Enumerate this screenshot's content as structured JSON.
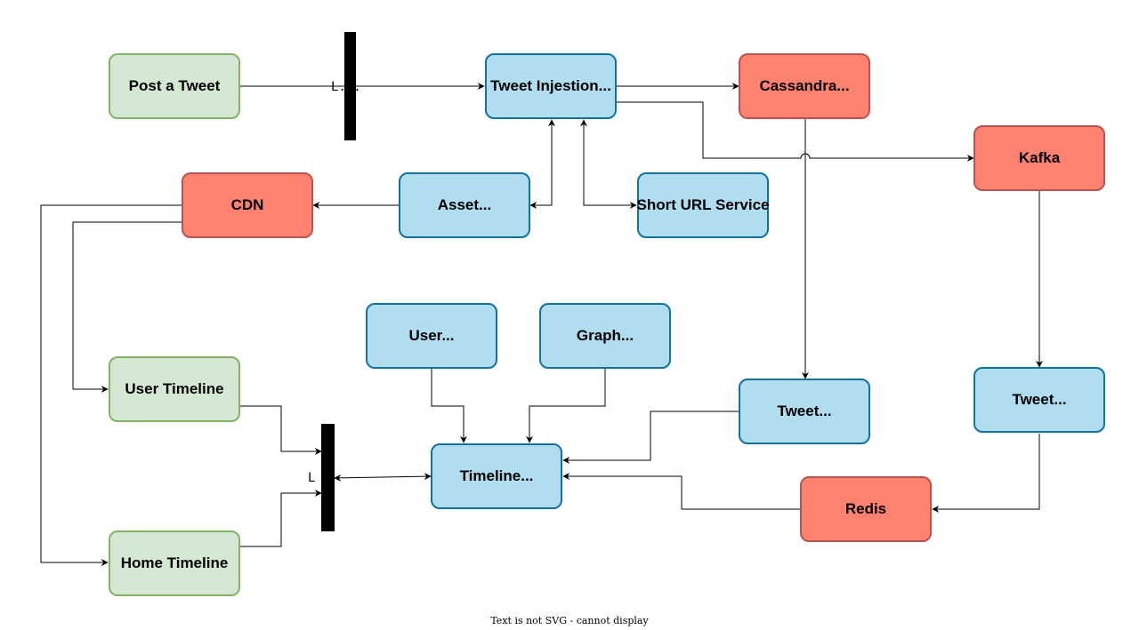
{
  "nodes": {
    "post_tweet": "Post a Tweet",
    "tweet_injestion": "Tweet Injestion...",
    "cassandra": "Cassandra...",
    "kafka": "Kafka",
    "cdn": "CDN",
    "asset": "Asset...",
    "short_url": "Short URL Service",
    "user": "User...",
    "graph": "Graph...",
    "user_timeline": "User Timeline",
    "home_timeline": "Home Timeline",
    "timeline": "Timeline...",
    "tweet_middle": "Tweet...",
    "tweet_right": "Tweet...",
    "redis": "Redis"
  },
  "bars": {
    "top_label": "L...",
    "left_label": "L"
  },
  "footer": "Text is not SVG - cannot display",
  "colors": {
    "green_fill": "#d5e8d4",
    "green_stroke": "#82b366",
    "blue_fill": "#b1ddf0",
    "blue_stroke": "#10739e",
    "red_fill": "#ff8170",
    "red_stroke": "#b85450"
  }
}
